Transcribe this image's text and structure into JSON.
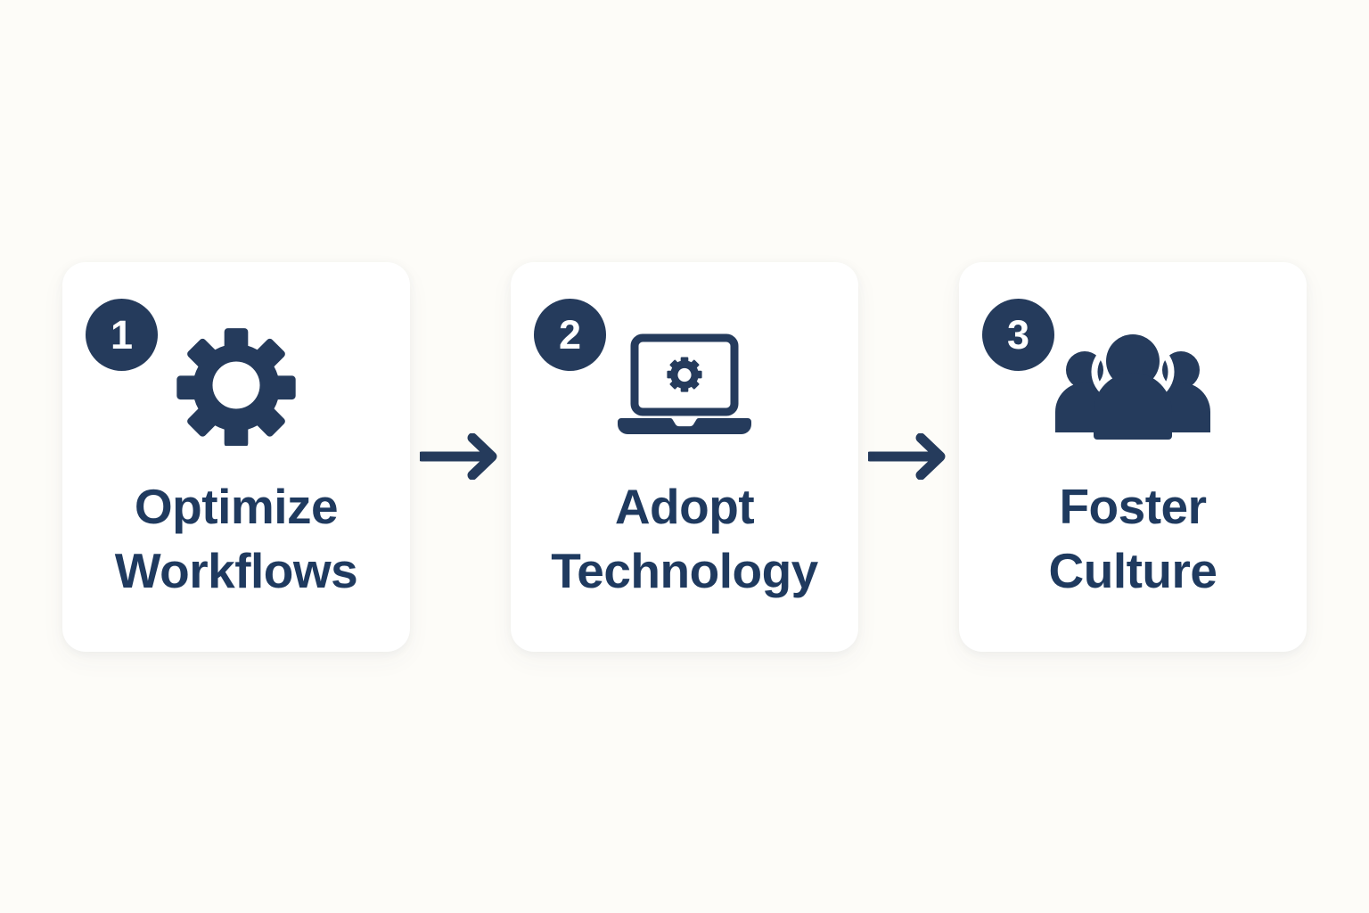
{
  "theme": {
    "background": "#FDFCF8",
    "card_background": "#FFFFFF",
    "accent_navy": "#253B5C",
    "text_navy": "#1F3A5F",
    "badge_text": "#FFFFFF"
  },
  "diagram": {
    "type": "horizontal-process-flow",
    "step_count": 3,
    "steps": [
      {
        "number": "1",
        "label": "Optimize\nWorkflows",
        "label_line1": "Optimize",
        "label_line2": "Workflows",
        "icon": "gear-icon"
      },
      {
        "number": "2",
        "label": "Adopt\nTechnology",
        "label_line1": "Adopt",
        "label_line2": "Technology",
        "icon": "laptop-gear-icon"
      },
      {
        "number": "3",
        "label": "Foster\nCulture",
        "label_line1": "Foster",
        "label_line2": "Culture",
        "icon": "people-group-icon"
      }
    ],
    "connectors": [
      {
        "icon": "arrow-right-icon",
        "from": "1",
        "to": "2"
      },
      {
        "icon": "arrow-right-icon",
        "from": "2",
        "to": "3"
      }
    ]
  }
}
